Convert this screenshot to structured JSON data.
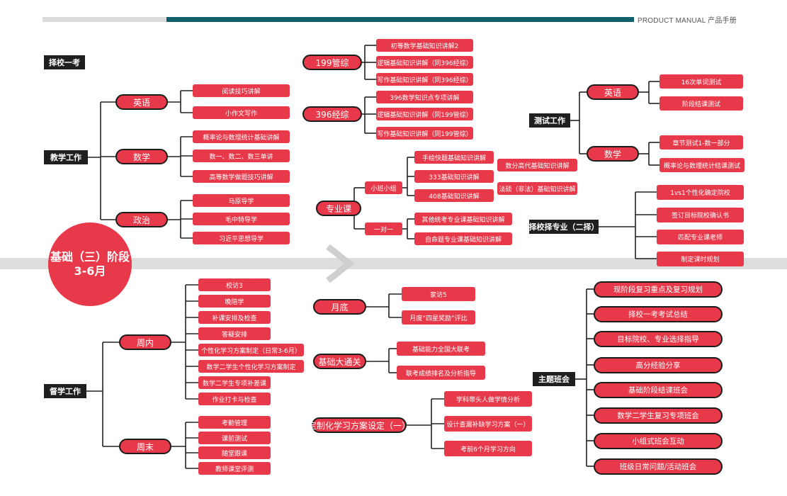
{
  "header": {
    "brand": "PRODUCT MANUAL 产品手册"
  },
  "center": {
    "line1": "基础（三）阶段",
    "line2": "3-6月"
  },
  "top_left": {
    "school_exam": "择校一考",
    "teaching": "教学工作",
    "english": {
      "label": "英语",
      "items": [
        "阅读技巧讲解",
        "小作文写作"
      ]
    },
    "math": {
      "label": "数学",
      "items": [
        "概率论与数理统计基础讲解",
        "数一、数二、数三单讲",
        "高等数学做题技巧讲解"
      ]
    },
    "politics": {
      "label": "政治",
      "items": [
        "马原导学",
        "毛中特导学",
        "习近平思想导学"
      ]
    }
  },
  "top_middle": {
    "mgmt199": {
      "label": "199管综",
      "items": [
        "初等数学基础知识讲解2",
        "逻辑基础知识讲解（同396经综）",
        "写作基础知识讲解（同396经综）"
      ]
    },
    "econ396": {
      "label": "396经综",
      "items": [
        "396数学知识点专项讲解",
        "逻辑基础知识讲解（同199管综）",
        "写作基础知识讲解（同199管综）"
      ]
    },
    "major": {
      "label": "专业课",
      "small_group": {
        "label": "小班小组",
        "items": [
          "手绘快题基础知识讲解",
          "333基础知识讲解",
          "408基础知识讲解"
        ],
        "extra": [
          "数分高代基础知识讲解",
          "法硕（非法）基础知识讲解"
        ]
      },
      "one_on_one": {
        "label": "一对一",
        "items": [
          "其他统考专业课基础知识讲解",
          "自命题专业课基础知识讲解"
        ]
      }
    }
  },
  "top_right": {
    "testing": {
      "label": "测试工作",
      "english": {
        "label": "英语",
        "items": [
          "16次单词测试",
          "阶段结课测试"
        ]
      },
      "math": {
        "label": "数学",
        "items": [
          "章节测试1-数一部分",
          "概率论与数理统计结课测试"
        ]
      }
    },
    "choose": {
      "label": "择校择专业（二择）",
      "items": [
        "1vs1个性化确定院校",
        "签订目标院校确认书",
        "匹配专业课老师",
        "制定课时规划"
      ]
    }
  },
  "bottom_left": {
    "supervise": "督学工作",
    "weekday": {
      "label": "周内",
      "items": [
        "校访3",
        "晚陪学",
        "补课安排及检查",
        "答疑安排",
        "个性化学习方案制定（日常3-6月）",
        "数学二学生个性化学习方案制定",
        "数学二学生专项补差课",
        "作业打卡与检查"
      ]
    },
    "weekend": {
      "label": "周末",
      "items": [
        "考勤管理",
        "课前测试",
        "随堂跟课",
        "教师课堂评测"
      ]
    }
  },
  "bottom_middle": {
    "month_end": {
      "label": "月底",
      "items": [
        "家访5",
        "月度“四星奖励”评比"
      ]
    },
    "joint": {
      "label": "基础大通关",
      "items": [
        "基础能力全国大联考",
        "联考成绩排名及分析指导"
      ]
    },
    "custom": {
      "label": "定制化学习方案设定（一）",
      "items": [
        "学科带头人做学情分析",
        "设计查漏补缺学习方案（一）",
        "考前6个月学习方向"
      ]
    }
  },
  "bottom_right": {
    "theme": "主题班会",
    "items": [
      "现阶段复习重点及复习规划",
      "择校一考考试总结",
      "目标院校、专业选择指导",
      "高分经验分享",
      "基础阶段结课班会",
      "数学二学生复习专项班会",
      "小组式班会互动",
      "班级日常问题/活动班会"
    ]
  }
}
